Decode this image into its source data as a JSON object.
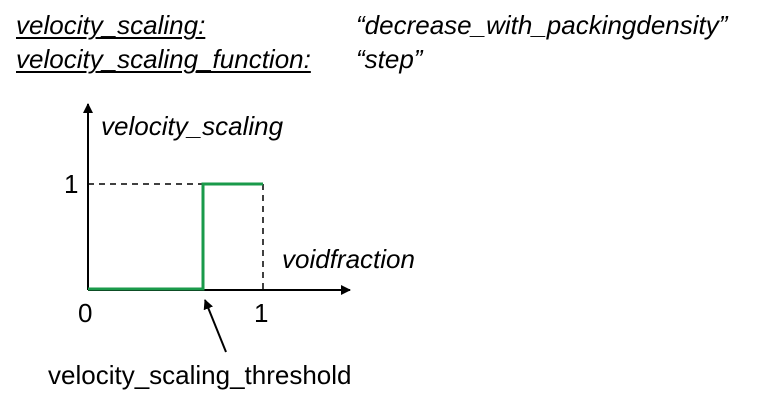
{
  "header": {
    "rows": [
      {
        "key": "velocity_scaling:",
        "value": "“decrease_with_packingdensity”"
      },
      {
        "key": "velocity_scaling_function:",
        "value": "“step”"
      }
    ]
  },
  "plot": {
    "y_axis_label": "velocity_scaling",
    "x_axis_label": "voidfraction",
    "y_tick": "1",
    "x_tick_origin": "0",
    "x_tick_one": "1",
    "step_color": "#1a9a4a",
    "annotation": "velocity_scaling_threshold"
  }
}
